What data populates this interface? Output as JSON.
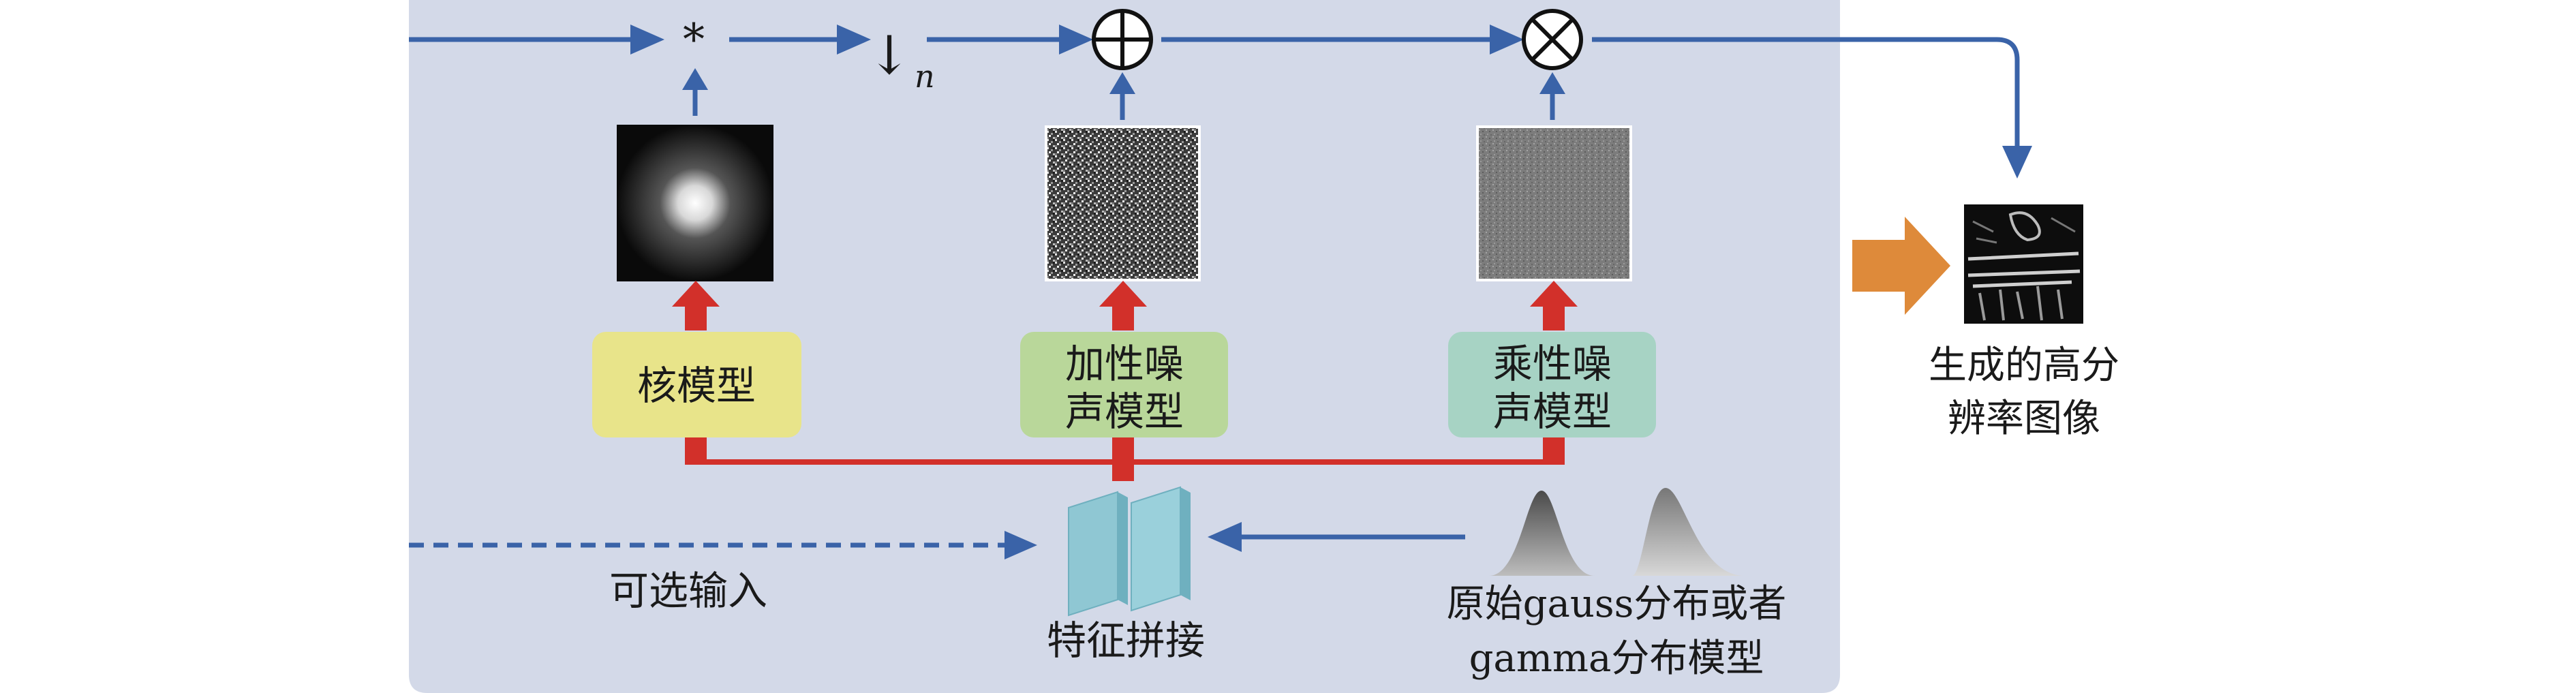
{
  "flow": {
    "conv_symbol": "*",
    "down_arrow": "↓",
    "downsample_var": "n"
  },
  "boxes": {
    "kernel": {
      "label": "核模型",
      "color": "#e8e48a"
    },
    "add_noise": {
      "line1": "加性噪",
      "line2": "声模型",
      "color": "#b9d79a"
    },
    "mul_noise": {
      "line1": "乘性噪",
      "line2": "声模型",
      "color": "#a7d3c4"
    }
  },
  "labels": {
    "optional_input": "可选输入",
    "feature_concat": "特征拼接",
    "distribution_line1": "原始gauss分布或者",
    "distribution_line2": "gamma分布模型",
    "output_line1": "生成的高分",
    "output_line2": "辨率图像"
  },
  "colors": {
    "panel": "#d3d9e8",
    "flow_arrow": "#3a63a8",
    "condition_arrow": "#d2302a",
    "output_arrow": "#de8a3a",
    "concat_block": "#8fc7d3"
  }
}
